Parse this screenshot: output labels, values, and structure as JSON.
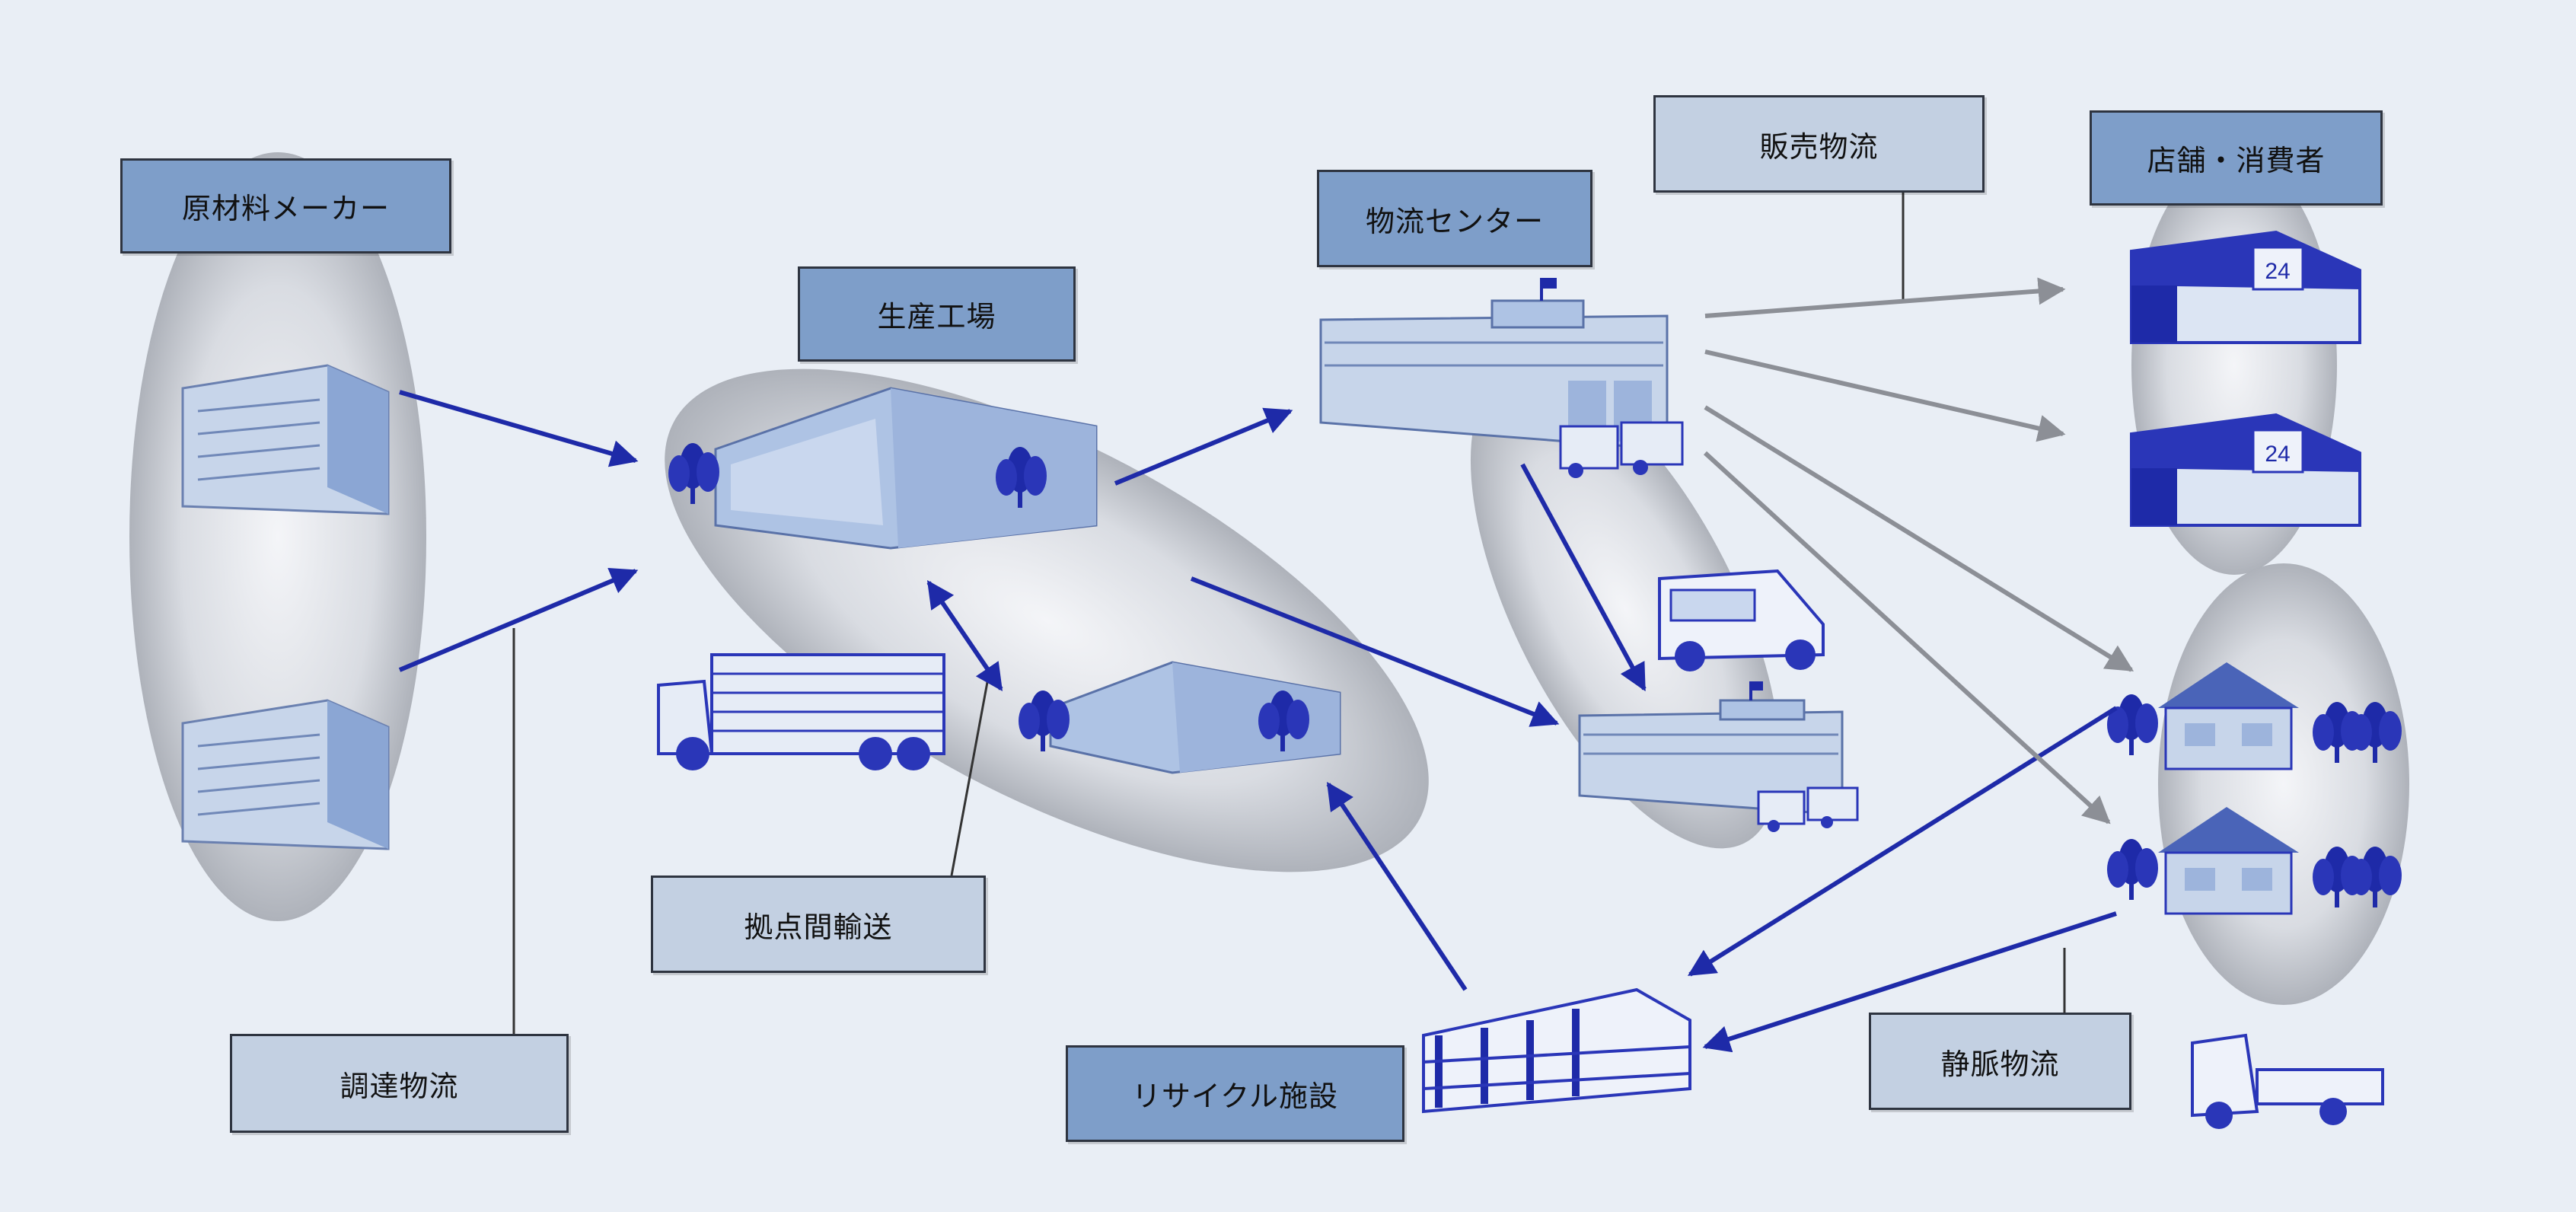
{
  "nodes": {
    "raw_material_maker": "原材料メーカー",
    "factory": "生産工場",
    "logistics_center": "物流センター",
    "stores_consumers": "店舗・消費者",
    "recycling_facility": "リサイクル施設"
  },
  "flows": {
    "procurement": "調達物流",
    "inter_site": "拠点間輸送",
    "sales": "販売物流",
    "reverse": "静脈物流"
  },
  "store_sign": "24",
  "colors": {
    "background": "#e9eef5",
    "node_label": "#7e9ec9",
    "flow_label": "#c3d0e2",
    "arrow_blue": "#1e2aa8",
    "arrow_gray": "#8c8f96",
    "building": "#aec3e4",
    "tree": "#1e2aa8"
  }
}
